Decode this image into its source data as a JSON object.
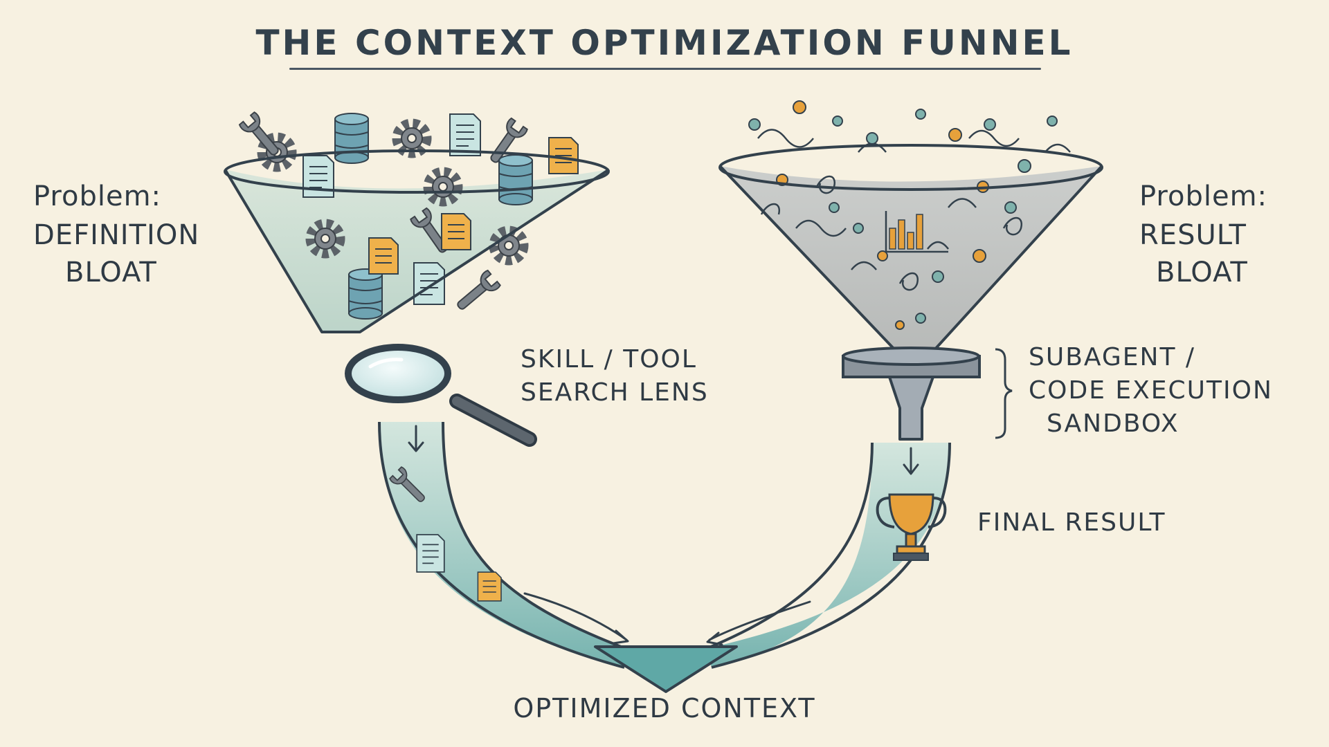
{
  "title": "THE CONTEXT OPTIMIZATION FUNNEL",
  "left_problem": {
    "prefix": "Problem:",
    "line1": "DEFINITION",
    "line2": "BLOAT"
  },
  "right_problem": {
    "prefix": "Problem:",
    "line1": "RESULT",
    "line2": "BLOAT"
  },
  "lens_label": {
    "line1": "SKILL / TOOL",
    "line2": "SEARCH LENS"
  },
  "sandbox_label": {
    "line1": "SUBAGENT /",
    "line2": "CODE EXECUTION",
    "line3": "SANDBOX"
  },
  "final_result_label": "FINAL RESULT",
  "output_label": "OPTIMIZED CONTEXT",
  "colors": {
    "background": "#f7f1e1",
    "ink": "#2f3a44",
    "teal_wash": "#7fb8b4",
    "slate_wash": "#7b8796",
    "accent_orange": "#e7a13b",
    "gear_gray": "#6e747a"
  },
  "icons": [
    "gear-icon",
    "wrench-icon",
    "database-icon",
    "document-icon",
    "folder-icon",
    "magnifier-icon",
    "bar-chart-icon",
    "trophy-icon",
    "arrow-icon",
    "bracket-icon"
  ]
}
